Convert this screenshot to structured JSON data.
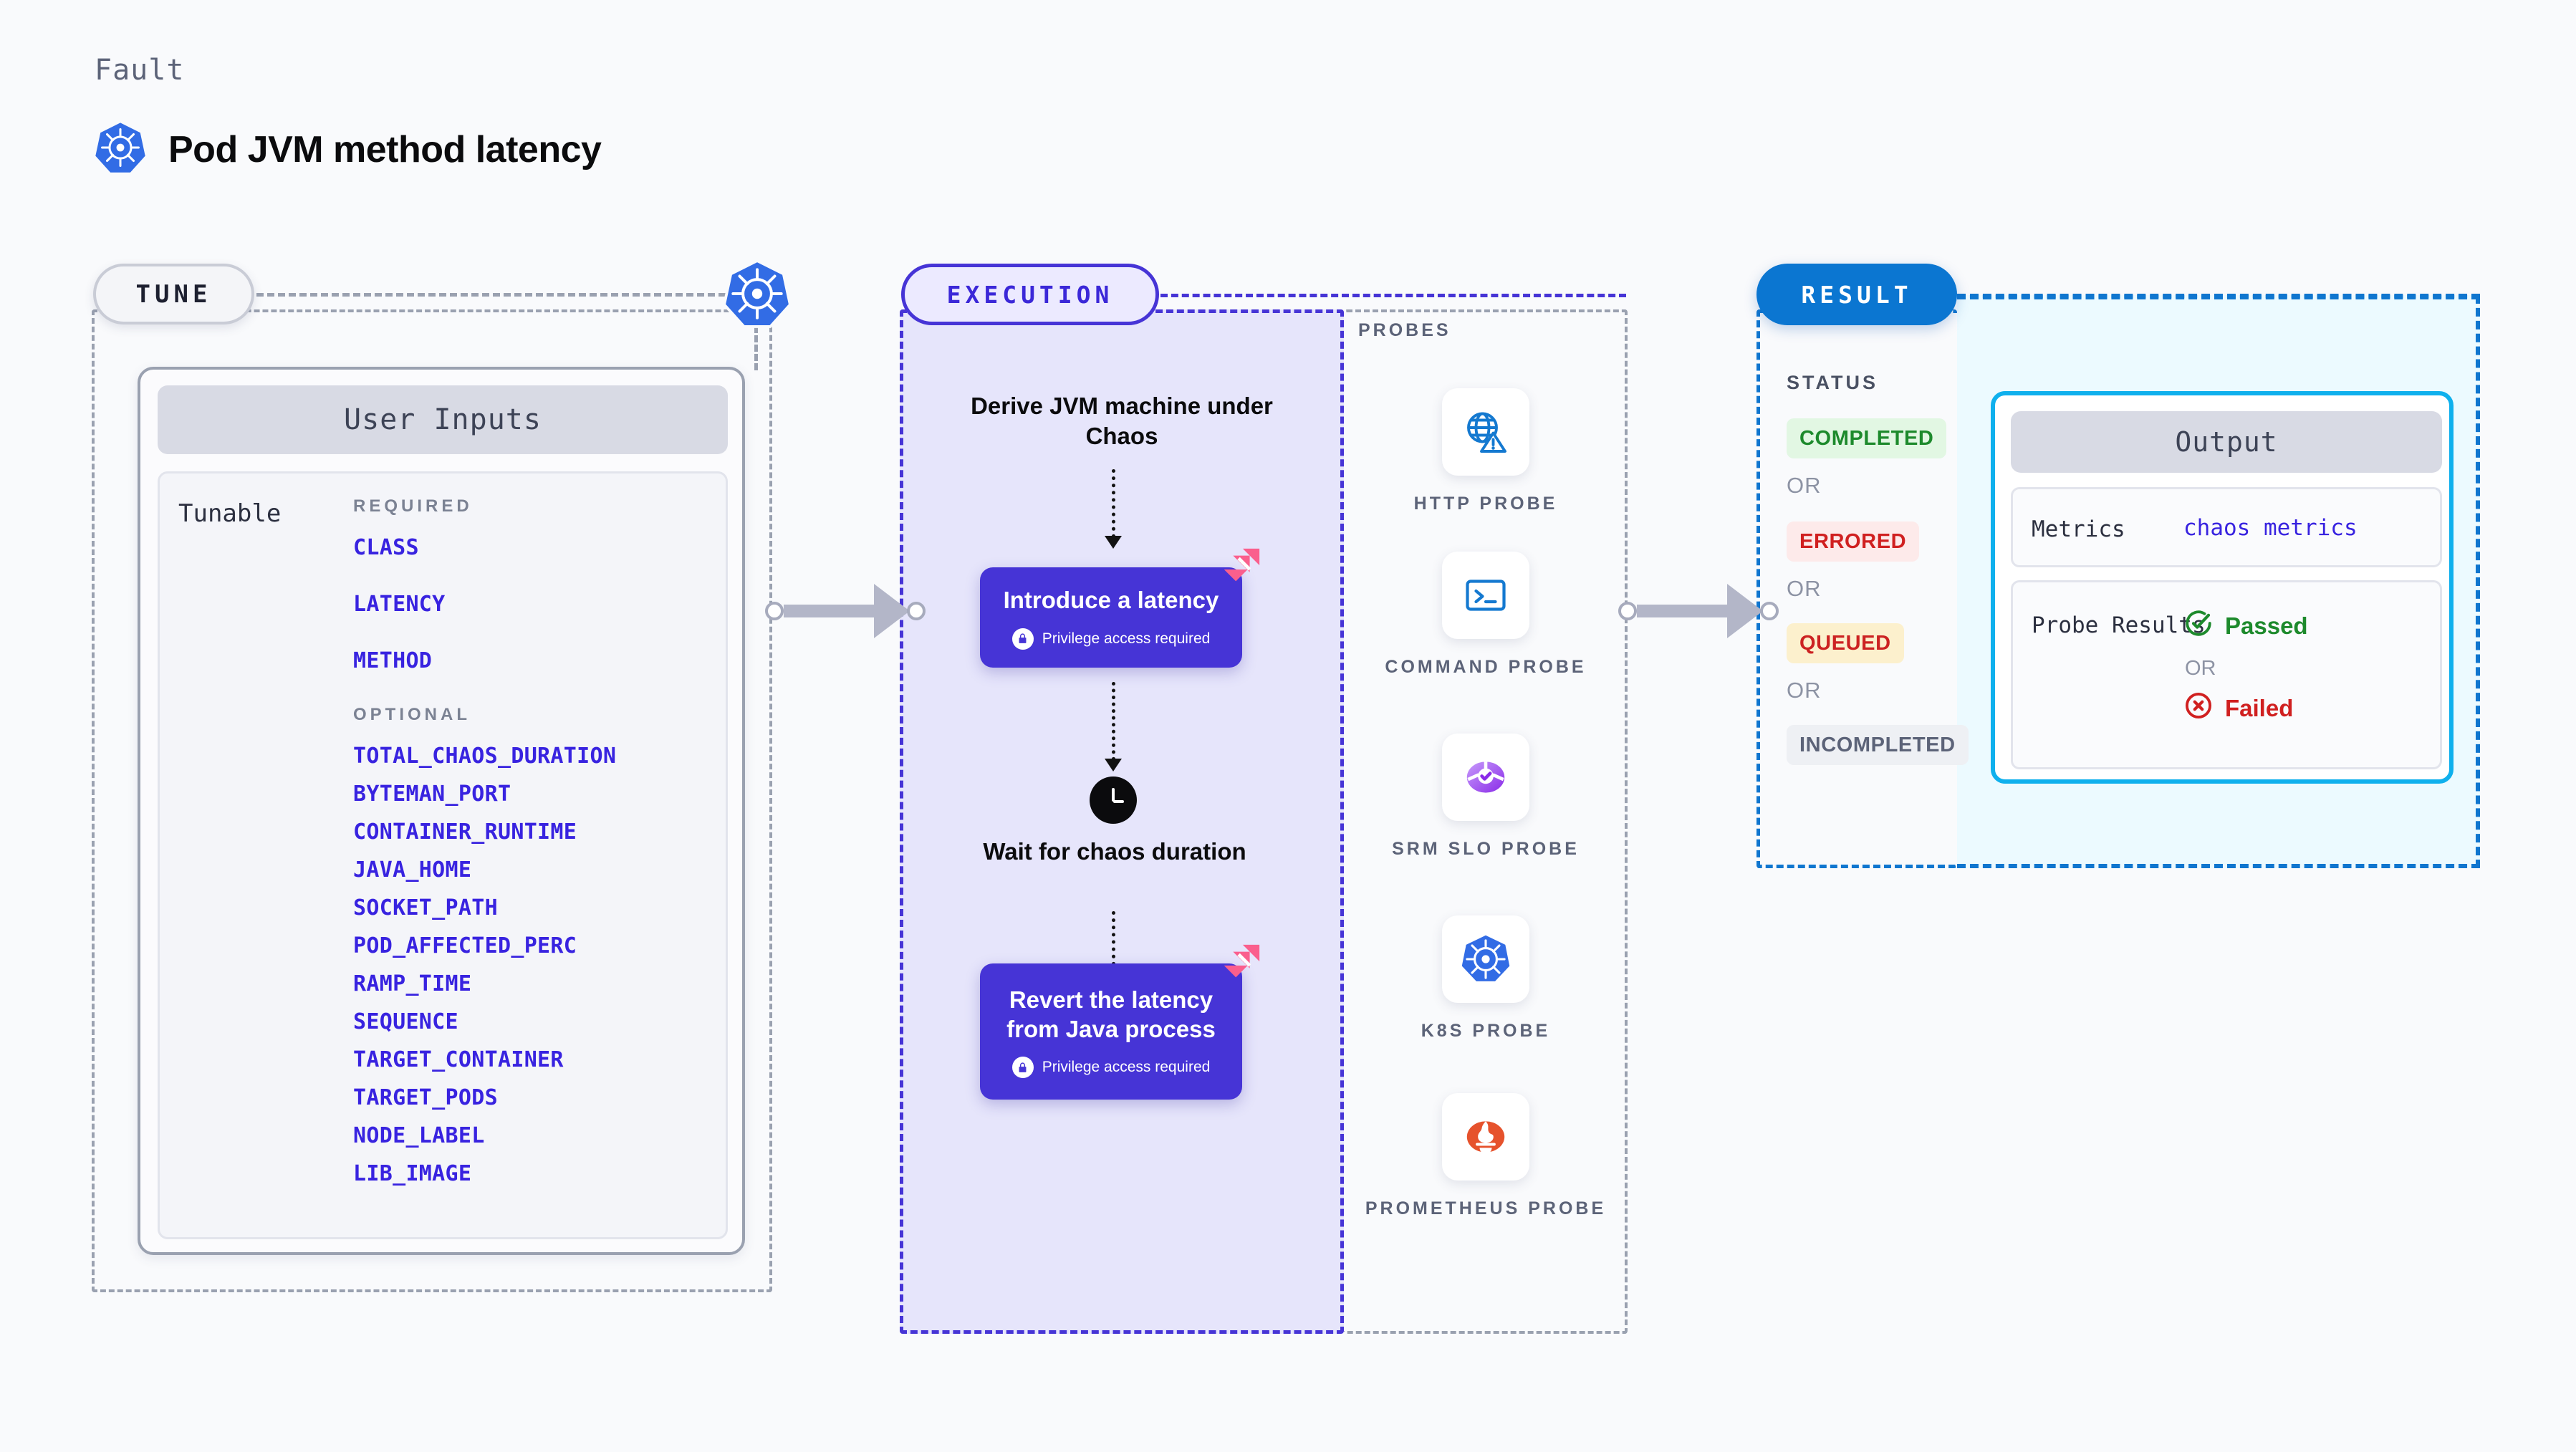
{
  "header": {
    "eyebrow": "Fault",
    "title": "Pod JVM method latency",
    "icon": "kubernetes-icon"
  },
  "tune": {
    "pill_label": "TUNE",
    "badge_icon": "kubernetes-icon",
    "card": {
      "header": "User Inputs",
      "row_label": "Tunable",
      "required_label": "REQUIRED",
      "required": [
        "CLASS",
        "LATENCY",
        "METHOD"
      ],
      "optional_label": "OPTIONAL",
      "optional": [
        "TOTAL_CHAOS_DURATION",
        "BYTEMAN_PORT",
        "CONTAINER_RUNTIME",
        "JAVA_HOME",
        "SOCKET_PATH",
        "POD_AFFECTED_PERC",
        "RAMP_TIME",
        "SEQUENCE",
        "TARGET_CONTAINER",
        "TARGET_PODS",
        "NODE_LABEL",
        "LIB_IMAGE"
      ]
    }
  },
  "execution": {
    "pill_label": "EXECUTION",
    "steps": [
      {
        "type": "text",
        "label": "Derive JVM machine under Chaos"
      },
      {
        "type": "box",
        "label": "Introduce a latency",
        "privilege": "Privilege access required",
        "badge_icon": "harness-icon"
      },
      {
        "type": "wait",
        "icon": "clock-icon",
        "label": "Wait for chaos duration"
      },
      {
        "type": "box",
        "label": "Revert the latency from Java process",
        "privilege": "Privilege access required",
        "badge_icon": "harness-icon"
      }
    ]
  },
  "probes": {
    "section_label": "PROBES",
    "items": [
      {
        "name": "HTTP PROBE",
        "icon": "globe-warning-icon"
      },
      {
        "name": "COMMAND PROBE",
        "icon": "terminal-icon"
      },
      {
        "name": "SRM SLO PROBE",
        "icon": "slo-gauge-icon"
      },
      {
        "name": "K8S PROBE",
        "icon": "kubernetes-icon"
      },
      {
        "name": "PROMETHEUS PROBE",
        "icon": "prometheus-icon"
      }
    ]
  },
  "result": {
    "pill_label": "RESULT",
    "status_label": "STATUS",
    "or_label": "OR",
    "statuses": [
      {
        "label": "COMPLETED",
        "color": "#1d8a2c",
        "bg": "#e2f7e3"
      },
      {
        "label": "ERRORED",
        "color": "#d02020",
        "bg": "#fdeaea"
      },
      {
        "label": "QUEUED",
        "color": "#cc2222",
        "bg": "#fcf0cd"
      },
      {
        "label": "INCOMPLETED",
        "color": "#5c6378",
        "bg": "#eef0f4"
      }
    ],
    "output": {
      "header": "Output",
      "metrics_key": "Metrics",
      "metrics_value": "chaos metrics",
      "probe_results_key": "Probe Results",
      "passed_label": "Passed",
      "failed_label": "Failed",
      "or_label": "OR",
      "passed_icon": "check-circle-icon",
      "failed_icon": "x-circle-icon"
    }
  },
  "colors": {
    "brand_purple": "#4634d6",
    "k8s_blue": "#326ce5",
    "result_blue": "#0b76d1",
    "output_cyan": "#0fb0ed",
    "harness_pink": "#fa5f8d",
    "param_blue": "#3823e0",
    "pass_green": "#1d8a2c",
    "fail_red": "#d02020"
  }
}
